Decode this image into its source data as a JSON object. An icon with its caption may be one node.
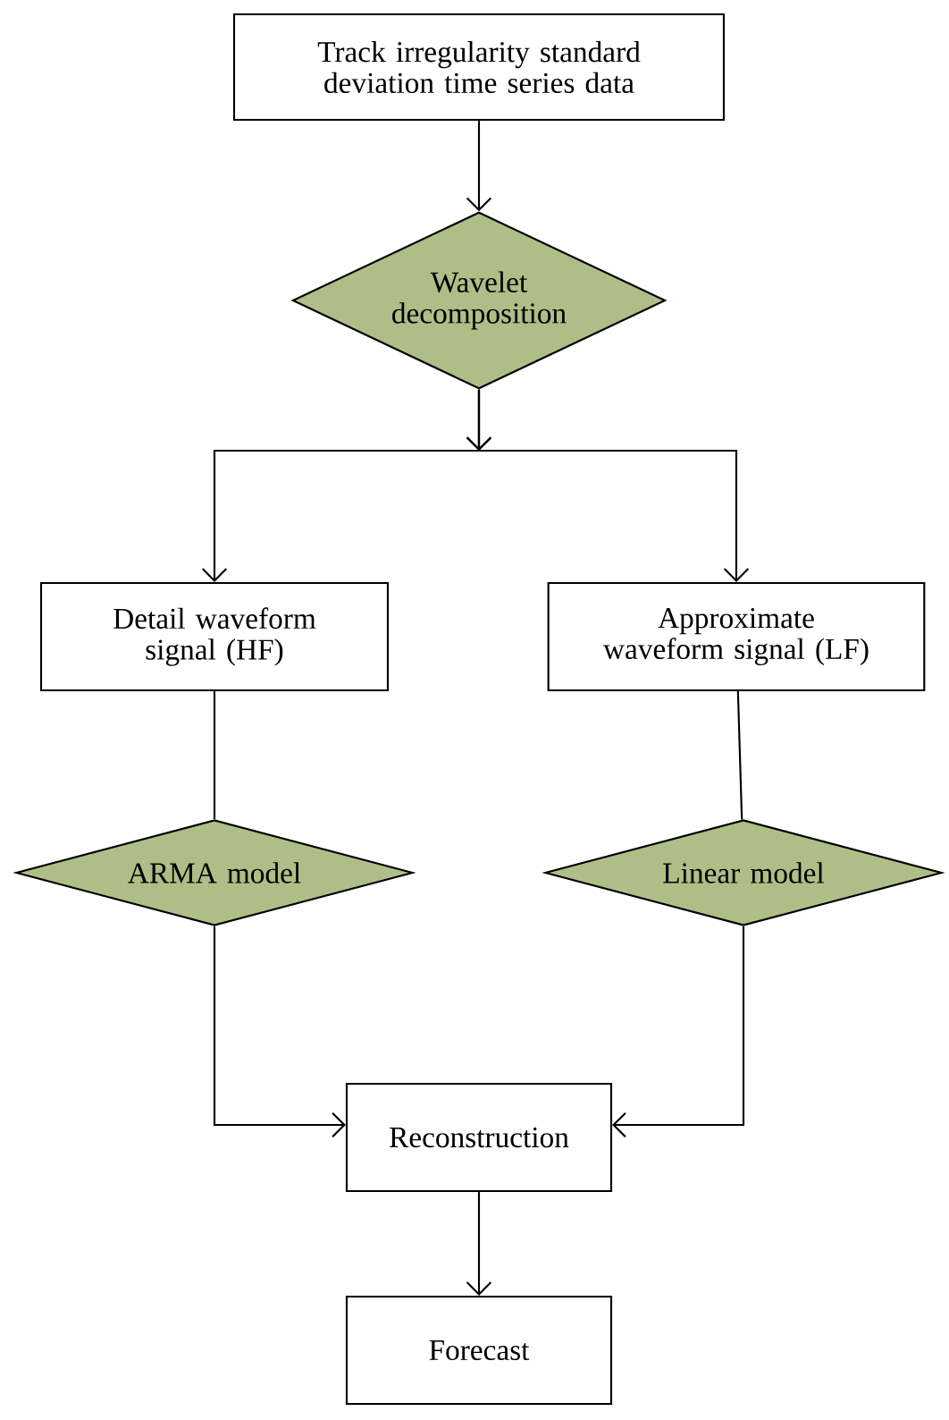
{
  "diagram": {
    "nodes": [
      {
        "text": [
          "Track irregularity standard deviation time series data"
        ]
      },
      {
        "text": [
          "Wavelet decomposition"
        ]
      },
      {
        "text": [
          "Detail waveform signal (HF)"
        ]
      },
      {
        "text": [
          "Approximate waveform signal (LF)"
        ]
      },
      {
        "text": [
          "ARMA model"
        ]
      },
      {
        "text": [
          "Linear model"
        ]
      },
      {
        "text": [
          "Reconstruction"
        ]
      },
      {
        "text": [
          "Forecast"
        ]
      }
    ],
    "edges": [
      {
        "from": 0,
        "to": 1,
        "arrow": "to"
      },
      {
        "from": 1,
        "to": 2,
        "arrow": "to"
      },
      {
        "from": 1,
        "to": 3,
        "arrow": "to"
      },
      {
        "from": 2,
        "to": 4,
        "arrow": "none"
      },
      {
        "from": 3,
        "to": 5,
        "arrow": "none"
      },
      {
        "from": 4,
        "to": 6,
        "arrow": "to"
      },
      {
        "from": 5,
        "to": 6,
        "arrow": "to"
      },
      {
        "from": 6,
        "to": 7,
        "arrow": "to"
      }
    ]
  }
}
